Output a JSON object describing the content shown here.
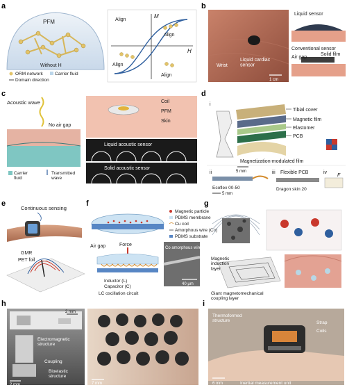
{
  "panels": {
    "a": {
      "letter": "a",
      "pfm": "PFM",
      "without_h": "Without H",
      "legend": [
        "ORM network",
        "Carrier fluid",
        "Domain direction"
      ],
      "axis_m": "M",
      "axis_h": "H",
      "align": [
        "Align",
        "Align",
        "Align",
        "Align"
      ]
    },
    "b": {
      "letter": "b",
      "wrist": "Wrist",
      "sensor": "Liquid cardiac\nsensor",
      "scale": "1 cm",
      "liquid_sensor": "Liquid sensor",
      "conventional": "Conventional sensor",
      "air_gap": "Air gap",
      "solid_film": "Solid film"
    },
    "c": {
      "letter": "c",
      "acoustic": "Acoustic wave",
      "no_air_gap": "No air gap",
      "carrier": "Carrier\nfluid",
      "transmitted": "Transmitted\nwave",
      "coil": "Coil",
      "pfm": "PFM",
      "skin": "Skin",
      "liquid_acoustic": "Liquid acoustic sensor",
      "solid_acoustic": "Solid acoustic sensor"
    },
    "d": {
      "letter": "d",
      "i": "i",
      "layers": [
        "Tibial cover",
        "Magnetic film",
        "Elastomer",
        "PCB"
      ],
      "mag_mod": "Magnetization-modulated film",
      "scale_i": "5 mm",
      "ii": "ii",
      "ecoflex": "Ecoflex 00-50",
      "scale_ii": "5 mm",
      "iii": "iii",
      "flexpcb": "Flexible PCB",
      "dragon": "Dragon skin 20",
      "iv": "iv",
      "f": "F"
    },
    "e": {
      "letter": "e",
      "continuous": "Continuous sensing",
      "gmr": "GMR",
      "pet": "PET foil"
    },
    "f": {
      "letter": "f",
      "legend": [
        "Magnetic particle",
        "PDMS membrane",
        "Cu coil",
        "Amorphous wire (Co)",
        "PDMS substrate"
      ],
      "air_gap": "Air gap",
      "force": "Force",
      "inductor": "Inductor (L)",
      "capacitor": "Capacitor (C)",
      "lc": "LC oscillation circuit",
      "co_wire": "Co amorphous wire",
      "scale": "40 μm"
    },
    "g": {
      "letter": "g",
      "mag_induction": "Magnetic\ninduction\nlayer",
      "giant": "Giant magnetomechanical\ncoupling layer"
    },
    "h": {
      "letter": "h",
      "scale_top": "2 mm",
      "electromagnetic": "Electromagnetic\nstructure",
      "coupling": "Coupling",
      "bioelastic": "Bioelastic\nstructure",
      "scale_left": "2 mm",
      "scale_right": "7 mm"
    },
    "i": {
      "letter": "i",
      "thermo": "Thermoformed\nstructure",
      "strap": "Strap",
      "coils": "Coils",
      "scale": "6 mm",
      "imu": "Inertial measurement unit"
    }
  },
  "colors": {
    "blue": "#2f5f9e",
    "teal": "#7fc6c2",
    "skin": "#e0a38a",
    "gold": "#d9b04a",
    "grid": "#b9b9b9",
    "dark": "#1a1a1a"
  }
}
